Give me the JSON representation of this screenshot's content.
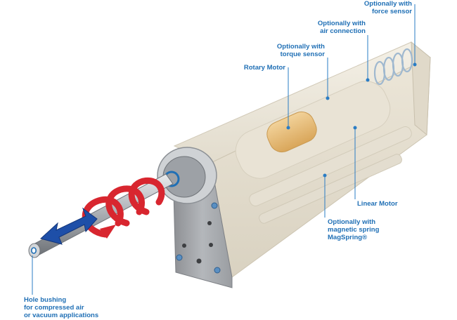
{
  "colors": {
    "label_text": "#1f6fb5",
    "leader_line": "#2a7cc4",
    "housing": "#ece6d8",
    "shaft": "#b9bcc0",
    "rotary_arrow": "#d8262f",
    "linear_arrow": "#1e4fa8",
    "coil": "#e5b46a"
  },
  "labels": {
    "force_sensor": "Optionally with\nforce sensor",
    "air_connection": "Optionally with\nair connection",
    "torque_sensor": "Optionally with\ntorque sensor",
    "rotary_motor": "Rotary Motor",
    "linear_motor": "Linear Motor",
    "magspring": "Optionally with\nmagnetic spring\nMagSpring®",
    "hole_bushing": "Hole bushing\nfor compressed air\nor vacuum applications"
  }
}
